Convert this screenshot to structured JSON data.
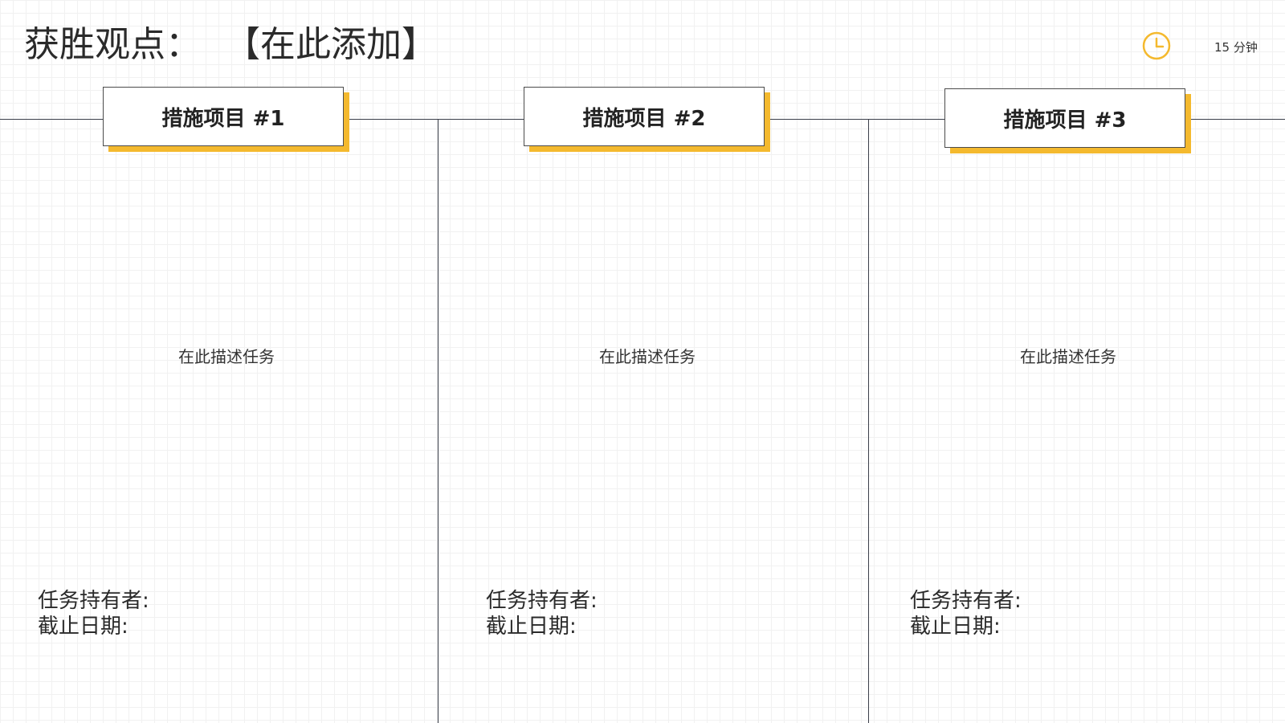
{
  "header": {
    "title_prefix": "获胜观点：",
    "title_placeholder": "【在此添加】",
    "timer_icon": "clock-icon",
    "timer_label": "15 分钟",
    "accent_color": "#f4b92e"
  },
  "columns": [
    {
      "card_title": "措施项目 #1",
      "description": "在此描述任务",
      "owner_label": "任务持有者:",
      "due_label": "截止日期:"
    },
    {
      "card_title": "措施项目 #2",
      "description": "在此描述任务",
      "owner_label": "任务持有者:",
      "due_label": "截止日期:"
    },
    {
      "card_title": "措施项目 #3",
      "description": "在此描述任务",
      "owner_label": "任务持有者:",
      "due_label": "截止日期:"
    }
  ]
}
